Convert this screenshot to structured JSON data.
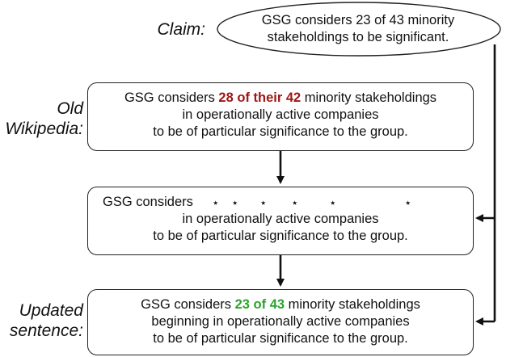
{
  "claim": {
    "label": "Claim:",
    "lines": [
      "GSG considers 23 of 43 minority",
      "stakeholdings to be significant."
    ]
  },
  "old_wikipedia": {
    "label_lines": [
      "Old",
      "Wikipedia:"
    ],
    "line1_prefix": "GSG considers ",
    "line1_highlight": "28 of their 42",
    "line1_suffix": " minority stakeholdings",
    "line2": "in operationally active companies",
    "line3": "to be of particular significance to the group.",
    "highlight_color": "#a01616"
  },
  "masked": {
    "line1_prefix": "GSG considers",
    "mask_symbol": "⋆",
    "mask_count": 6,
    "line2": "in operationally active companies",
    "line3": "to be of particular significance to the group."
  },
  "updated": {
    "label_lines": [
      "Updated",
      "sentence:"
    ],
    "line1_prefix": "GSG considers ",
    "line1_highlight": "23 of 43",
    "line1_suffix": " minority stakeholdings",
    "line2": "beginning in operationally active companies",
    "line3": "to be of particular significance to the group.",
    "highlight_color": "#2ca32c"
  }
}
